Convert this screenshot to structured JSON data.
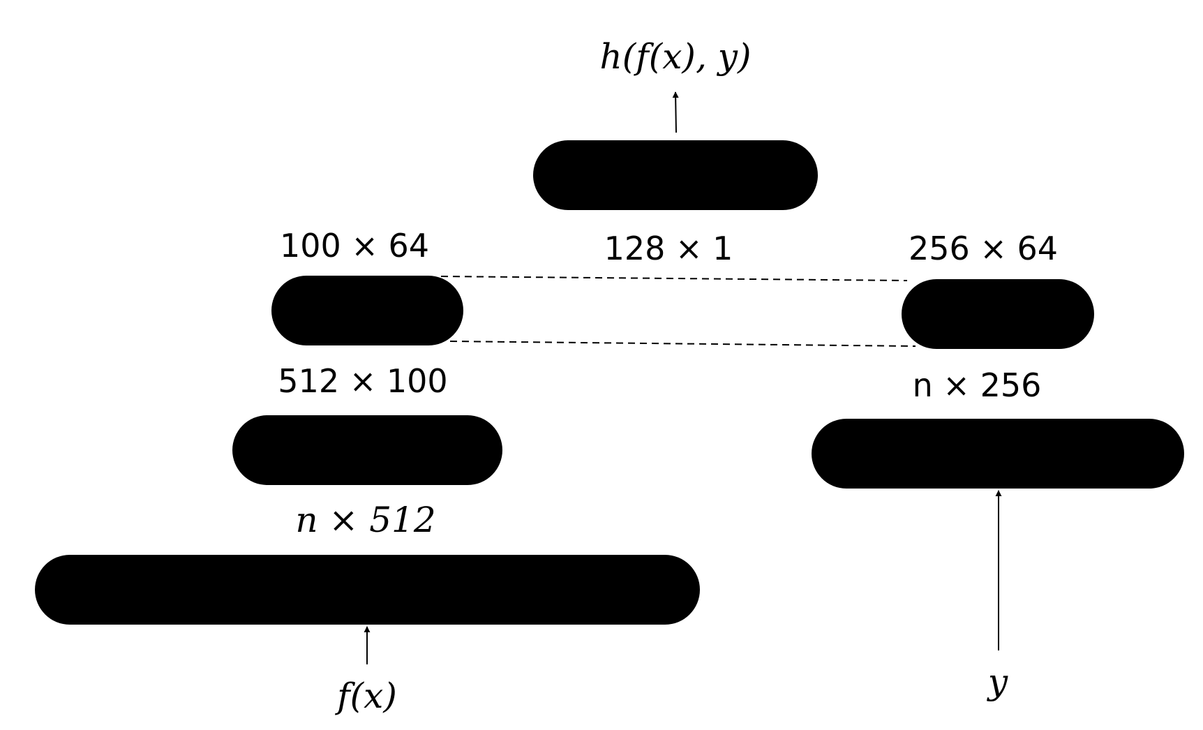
{
  "colors": {
    "block": "#000000",
    "line": "#000000",
    "background": "#ffffff"
  },
  "inputs": {
    "left": "f(x)",
    "right": "y"
  },
  "output": "h(f(x), y)",
  "left_branch": {
    "layer1_dim": "n × 512",
    "layer2_dim": "512 × 100",
    "layer3_dim": "100 × 64"
  },
  "right_branch": {
    "layer1_dim": "n × 256",
    "layer2_dim": "256 × 64"
  },
  "head": {
    "dim": "128 × 1"
  }
}
